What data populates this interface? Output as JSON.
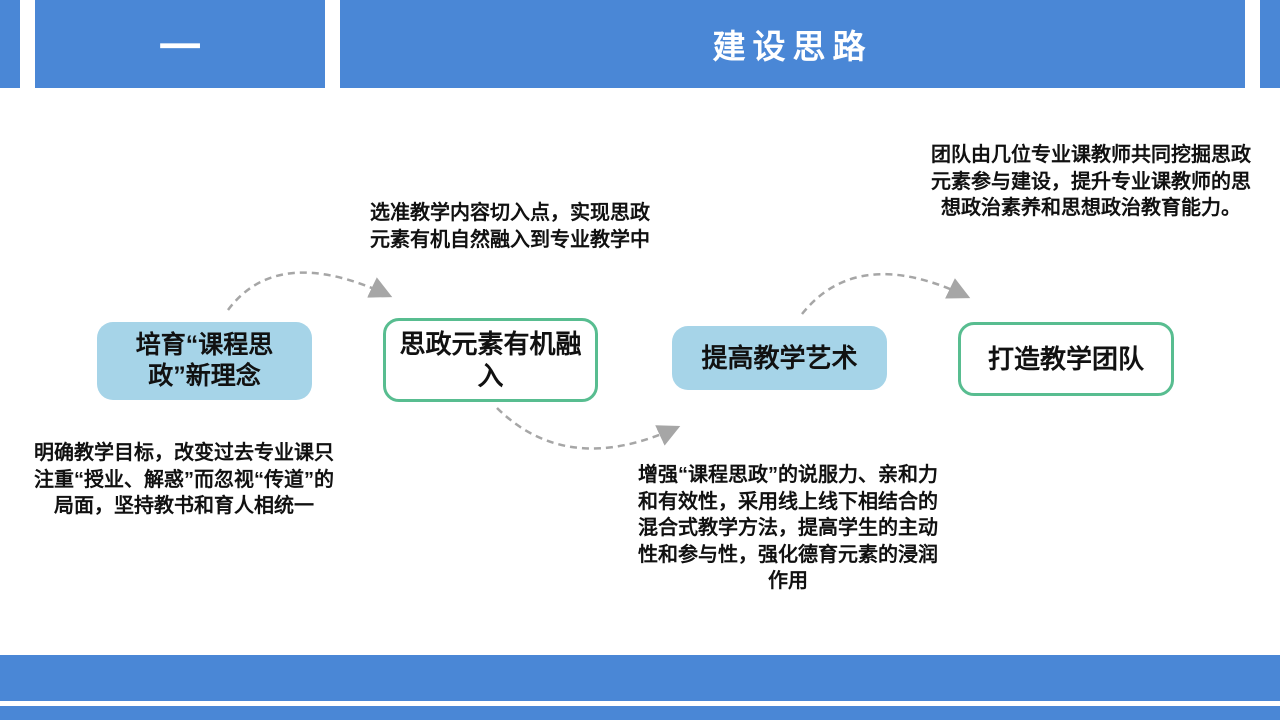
{
  "header": {
    "index_label": "一",
    "title": "建设思路"
  },
  "flow": {
    "nodes": [
      {
        "label": "培育“课程思政”新理念",
        "style": "lightblue"
      },
      {
        "label": "思政元素有机融入",
        "style": "outlined"
      },
      {
        "label": "提高教学艺术",
        "style": "lightblue"
      },
      {
        "label": "打造教学团队",
        "style": "outlined"
      }
    ],
    "annotations": [
      {
        "text": "明确教学目标，改变过去专业课只注重“授业、解惑”而忽视“传道”的局面，坚持教书和育人相统一",
        "position": "below-node-1"
      },
      {
        "text": "选准教学内容切入点，实现思政元素有机自然融入到专业教学中",
        "position": "above-node-2"
      },
      {
        "text": "增强“课程思政”的说服力、亲和力和有效性，采用线上线下相结合的混合式教学方法，提高学生的主动性和参与性，强化德育元素的浸润作用",
        "position": "below-node-3"
      },
      {
        "text": "团队由几位专业课教师共同挖掘思政元素参与建设，提升专业课教师的思想政治素养和思想政治教育能力。",
        "position": "above-node-4"
      }
    ]
  },
  "colors": {
    "frame_blue": "#4a87d6",
    "node_fill_lightblue": "#a6d4e8",
    "node_border_green": "#58bd90",
    "arrow_gray": "#a6a6a6",
    "text_black": "#111111",
    "header_text": "#ffffff"
  }
}
